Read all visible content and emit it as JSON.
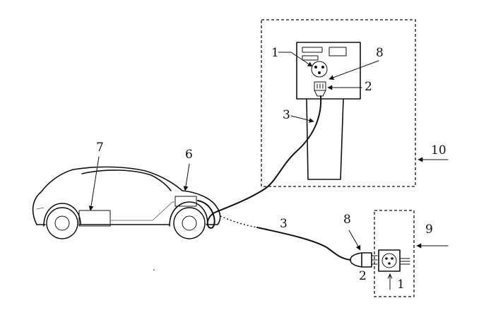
{
  "labels": {
    "station_socket": "1",
    "station_plug": "2",
    "station_cable": "3",
    "station_socket_arrow": "8",
    "car_body": "6",
    "car_battery": "7",
    "station_box": "10",
    "home_cable": "3",
    "home_plug_arrow": "8",
    "home_plug": "2",
    "home_box": "9",
    "home_socket": "1"
  }
}
